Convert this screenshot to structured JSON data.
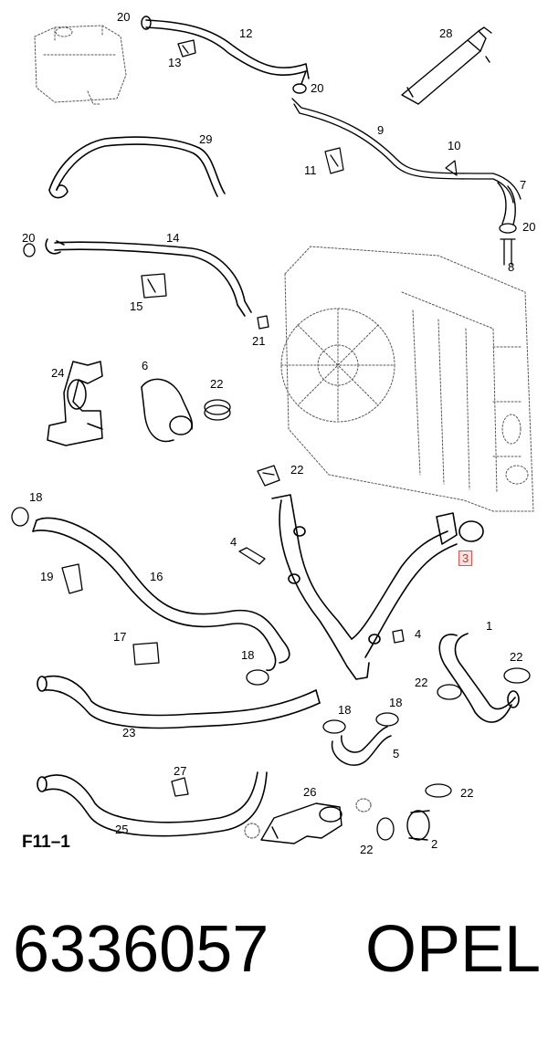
{
  "figure_code": "F11–1",
  "part_number": "6336057",
  "brand": "OPEL",
  "highlighted_callout": "3",
  "callouts": {
    "c20a": "20",
    "c12": "12",
    "c13": "13",
    "c28": "28",
    "c20b": "20",
    "c9": "9",
    "c29": "29",
    "c10": "10",
    "c11": "11",
    "c7": "7",
    "c20c": "20",
    "c14": "14",
    "c20d": "20",
    "c8": "8",
    "c15": "15",
    "c21": "21",
    "c24": "24",
    "c6": "6",
    "c22a": "22",
    "c22b": "22",
    "c18a": "18",
    "c3": "3",
    "c4a": "4",
    "c19": "19",
    "c16": "16",
    "c4b": "4",
    "c1": "1",
    "c17": "17",
    "c18b": "18",
    "c22c": "22",
    "c22d": "22",
    "c18c": "18",
    "c18d": "18",
    "c23": "23",
    "c5": "5",
    "c27": "27",
    "c26": "26",
    "c22e": "22",
    "c25": "25",
    "c22f": "22",
    "c2": "2"
  }
}
